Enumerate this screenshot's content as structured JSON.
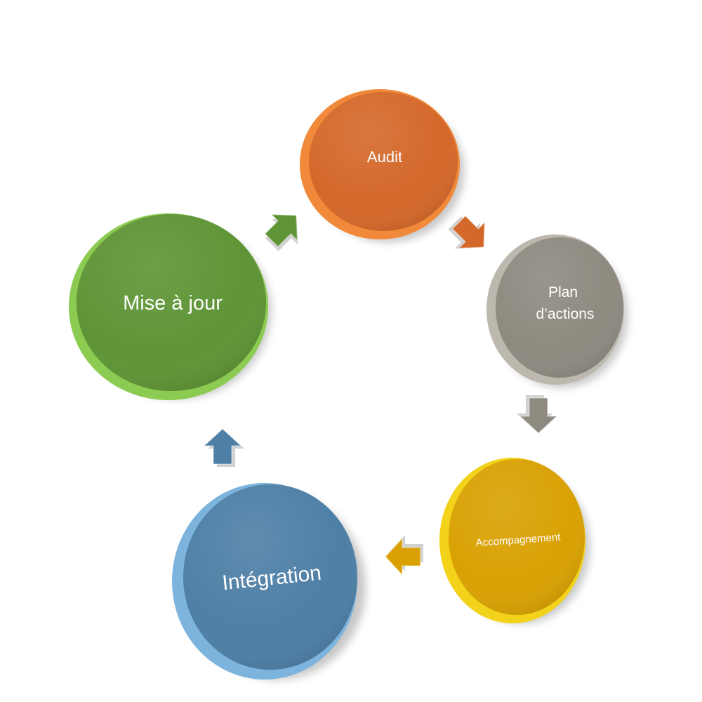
{
  "diagram": {
    "type": "cycle",
    "nodes": [
      {
        "id": "audit",
        "lines": [
          "Audit"
        ],
        "color": "#D4682A",
        "rim": "#F08A3A"
      },
      {
        "id": "plan",
        "lines": [
          "Plan",
          "d’actions"
        ],
        "color": "#8E8A80",
        "rim": "#BDB8AE"
      },
      {
        "id": "accompagnement",
        "lines": [
          "Accompagnement"
        ],
        "color": "#D9A103",
        "rim": "#F2D21A"
      },
      {
        "id": "integration",
        "lines": [
          "Intégration"
        ],
        "color": "#4E7FA6",
        "rim": "#7DB4DE"
      },
      {
        "id": "mise-a-jour",
        "lines": [
          "Mise à jour"
        ],
        "color": "#5E9435",
        "rim": "#8CCB52"
      }
    ],
    "arrows": [
      {
        "from": "audit",
        "to": "plan",
        "color": "#D4682A"
      },
      {
        "from": "plan",
        "to": "accompagnement",
        "color": "#8E8A80"
      },
      {
        "from": "accompagnement",
        "to": "integration",
        "color": "#D9A103"
      },
      {
        "from": "integration",
        "to": "mise-a-jour",
        "color": "#4E7FA6"
      },
      {
        "from": "mise-a-jour",
        "to": "audit",
        "color": "#5E9435"
      }
    ]
  }
}
